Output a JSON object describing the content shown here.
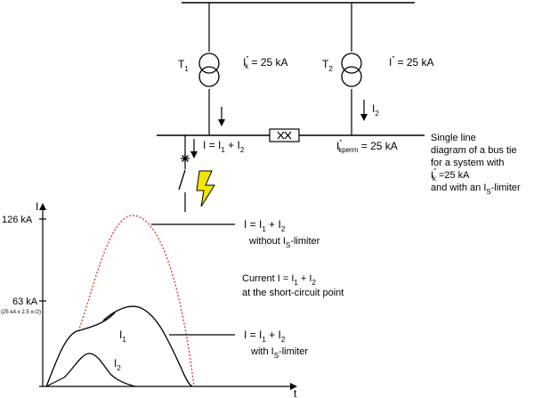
{
  "colors": {
    "line": "#000000",
    "limit_curve": "#e0302a",
    "lightning": "#f2e600",
    "background": "#ffffff"
  },
  "icons": {
    "transformer": "transformer-icon",
    "limiter": "is-limiter-icon",
    "fault": "short-circuit-icon",
    "lightning": "lightning-bolt-icon"
  },
  "top": {
    "t1_label": {
      "main": "T",
      "sub": "1"
    },
    "t1_current": {
      "main": "I",
      "mark": "″",
      "sub": "k",
      "rest": " = 25 kA"
    },
    "t2_label": {
      "main": "T",
      "sub": "2"
    },
    "t2_current": {
      "main": "I",
      "mark": "″",
      "rest": " = 25 kA"
    },
    "i2_label": {
      "main": "I",
      "sub": "2"
    },
    "bus_current": {
      "main": "I = I",
      "sub1": "1",
      "mid": " + I",
      "sub2": "2"
    },
    "kperm": {
      "main": "I",
      "mark": "″",
      "sub": "kperm",
      "rest": " = 25 kA"
    }
  },
  "description": {
    "line1": "Single line",
    "line2": "diagram of a bus tie",
    "line3": "for a system with",
    "line4": {
      "main": "I",
      "mark": "″",
      "sub": "k",
      "rest": " =25 kA"
    },
    "line5": {
      "main": "and with an I",
      "sub": "S",
      "rest": "-limiter"
    }
  },
  "chart_annotations": {
    "y_axis_label": "I",
    "x_axis_label": "t",
    "peak_label": "126 kA",
    "mid_label": "63 kA",
    "mid_note": "(25 kA x 2.5 x√2)",
    "ann1": {
      "l1_main": "I = I",
      "l1_sub1": "1",
      "l1_mid": " + I",
      "l1_sub2": "2",
      "l2": "without I",
      "l2_sub": "S",
      "l2_rest": "-limiter"
    },
    "ann2": {
      "l1": "Current  I = I",
      "l1_sub1": "1",
      "l1_mid": " + I",
      "l1_sub2": "2",
      "l2": "at the short-circuit point"
    },
    "ann3": {
      "l1_main": "I = I",
      "l1_sub1": "1",
      "l1_mid": " + I",
      "l1_sub2": "2",
      "l2": "with I",
      "l2_sub": "S",
      "l2_rest": "-limiter"
    },
    "curve_i1": {
      "main": "I",
      "sub": "1"
    },
    "curve_i2": {
      "main": "I",
      "sub": "2"
    }
  }
}
